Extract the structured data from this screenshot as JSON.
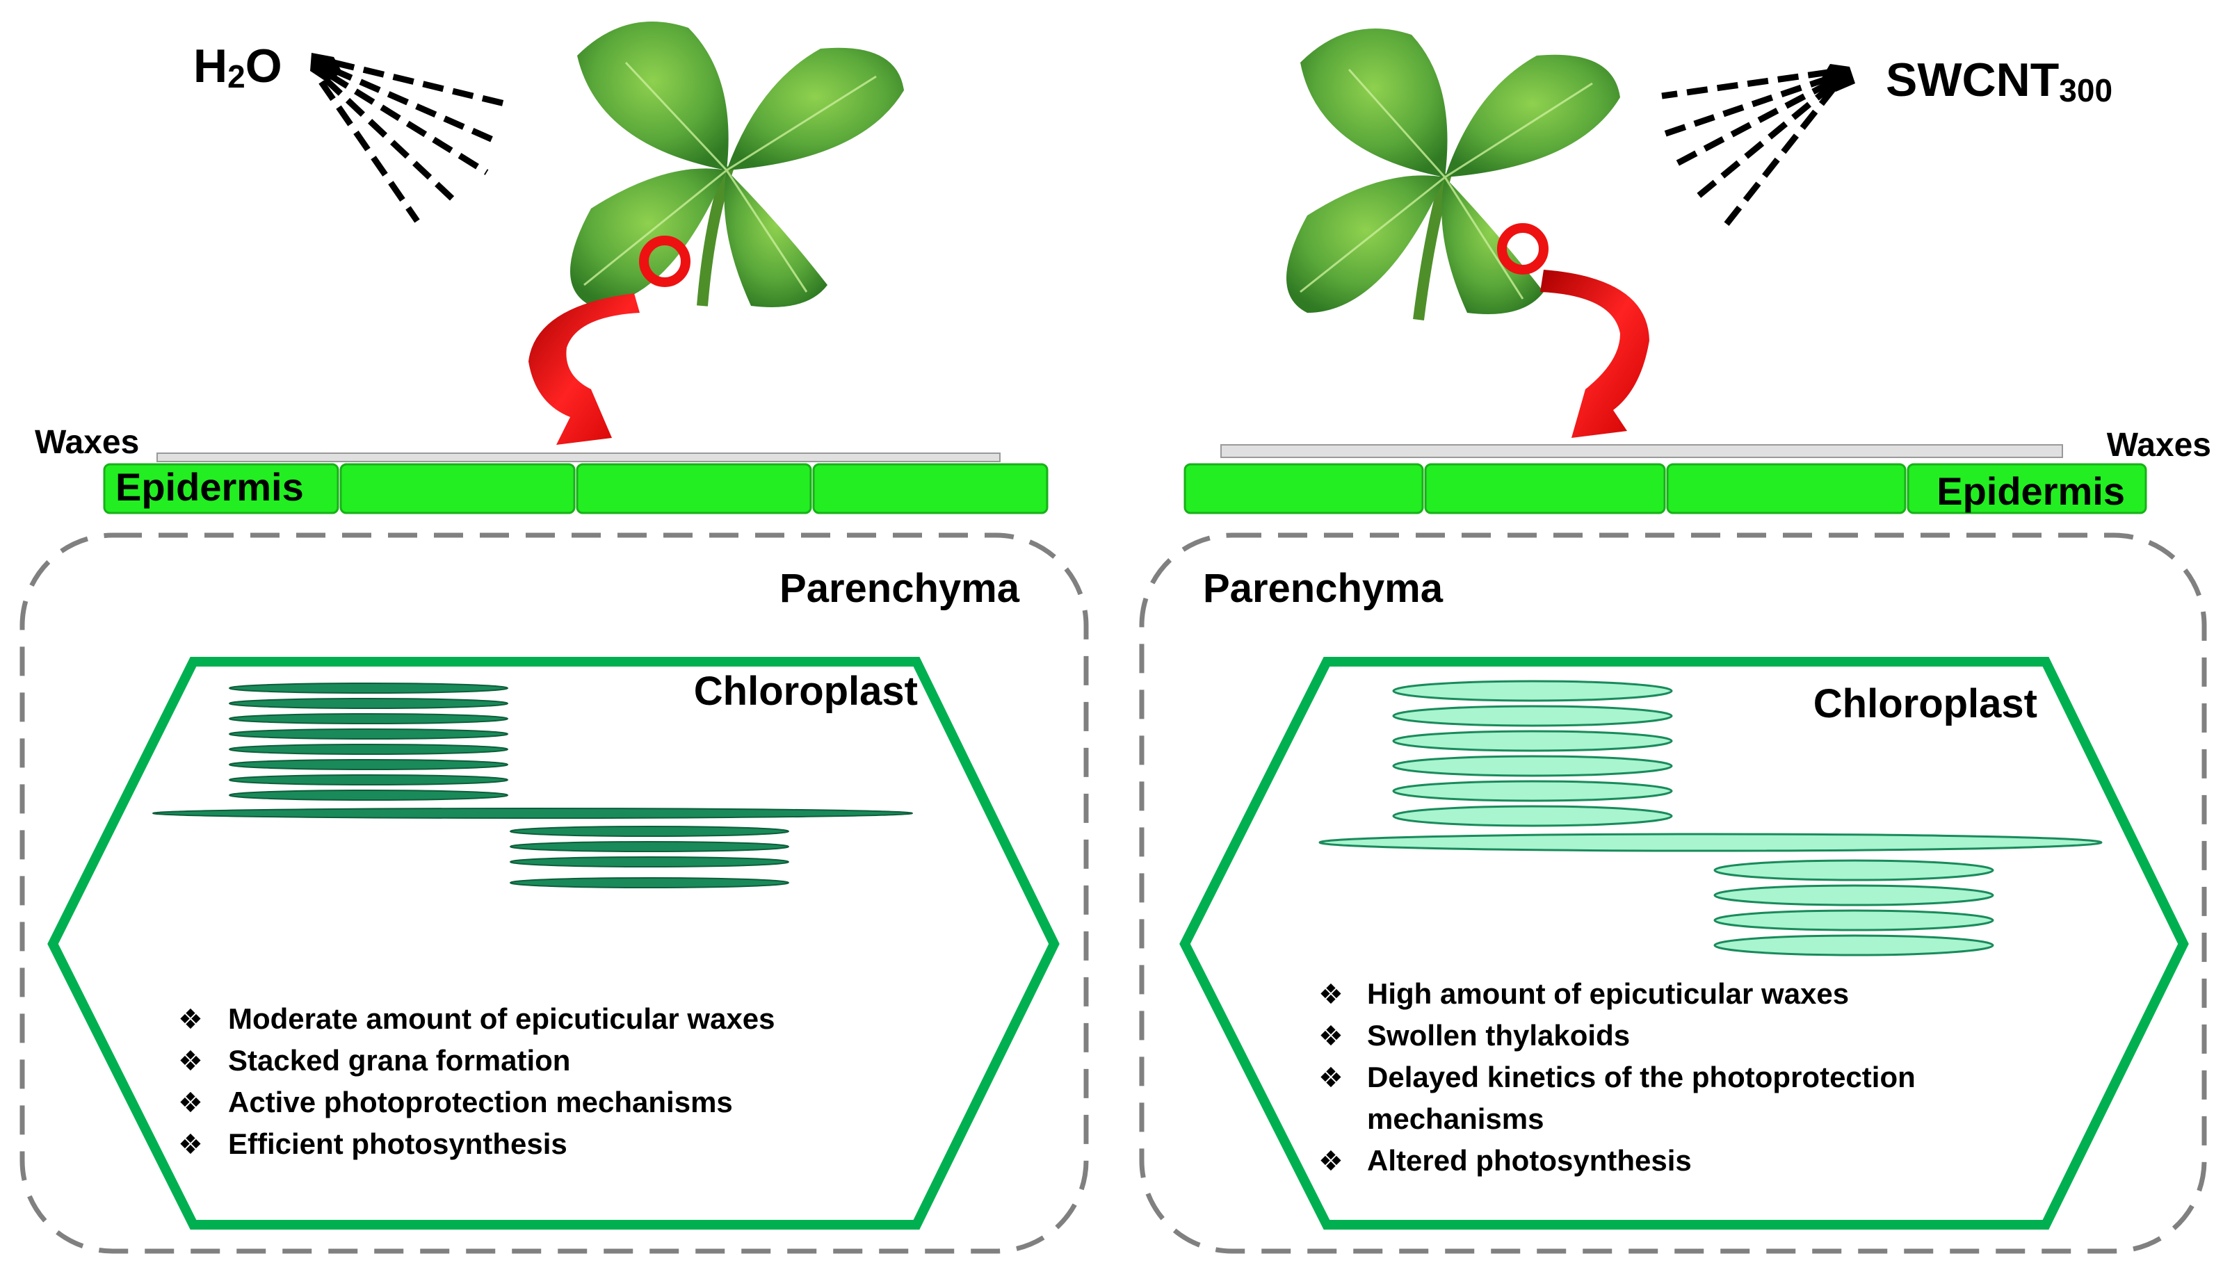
{
  "left_panel": {
    "spray_label": "H",
    "spray_label_sub": "2",
    "spray_label_end": "O",
    "waxes_label": "Waxes",
    "epidermis_label": "Epidermis",
    "parenchyma_label": "Parenchyma",
    "chloroplast_label": "Chloroplast",
    "bullets": [
      "Moderate amount of epicuticular waxes",
      "Stacked grana formation",
      "Active photoprotection mechanisms",
      "Efficient photosynthesis"
    ]
  },
  "right_panel": {
    "spray_label": "SWCNT",
    "spray_label_sub": "300",
    "waxes_label": "Waxes",
    "epidermis_label": "Epidermis",
    "parenchyma_label": "Parenchyma",
    "chloroplast_label": "Chloroplast",
    "bullets": [
      "High amount of epicuticular waxes",
      "Swollen thylakoids",
      "Delayed kinetics of the photoprotection",
      "mechanisms",
      "Altered photosynthesis"
    ]
  },
  "bullet_symbol": "❖",
  "colors": {
    "epidermis": "#22ee22",
    "chloroplast_border": "#00b050",
    "thylakoid_normal": "#1a8a5a",
    "thylakoid_swollen": "#a8f5d0",
    "arrow": "#ee1111",
    "dashed_border": "#808080"
  }
}
